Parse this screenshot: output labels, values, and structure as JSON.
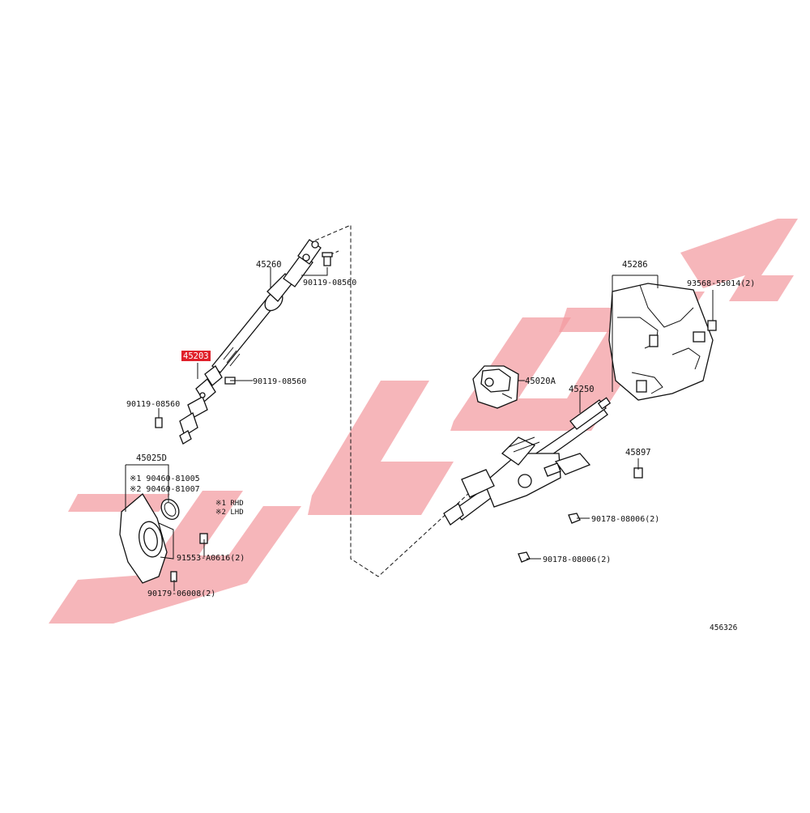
{
  "watermark": {
    "color": "#f29aa0"
  },
  "highlight": {
    "color": "#e0202a"
  },
  "labels": {
    "p45260": "45260",
    "p45203": "45203",
    "bolt_top": "90119-08560",
    "bolt_mid": "90119-08560",
    "bolt_left": "90119-08560",
    "p45025d": "45025D",
    "note1_part": "※1 90460-81005",
    "note2_part": "※2 90460-81007",
    "rhd": "※1 RHD",
    "lhd": "※2 LHD",
    "p91553": "91553-A0616(2)",
    "p90179": "90179-06008(2)",
    "p45286": "45286",
    "p93568": "93568-55014(2)",
    "p45020a": "45020A",
    "p45250": "45250",
    "p45897": "45897",
    "p90178a": "90178-08006(2)",
    "p90178b": "90178-08006(2)",
    "figno": "456326"
  }
}
